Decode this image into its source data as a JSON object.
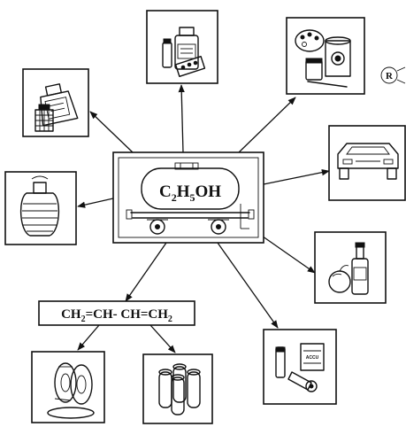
{
  "center": {
    "formula_parts": [
      "C",
      "2",
      "H",
      "5",
      "OH"
    ]
  },
  "butadiene": {
    "formula_parts": [
      "CH",
      "2",
      "=CH- CH=CH",
      "2"
    ]
  },
  "perfume_label": "",
  "trademark_symbol": "R",
  "sack_label": "ACCU"
}
